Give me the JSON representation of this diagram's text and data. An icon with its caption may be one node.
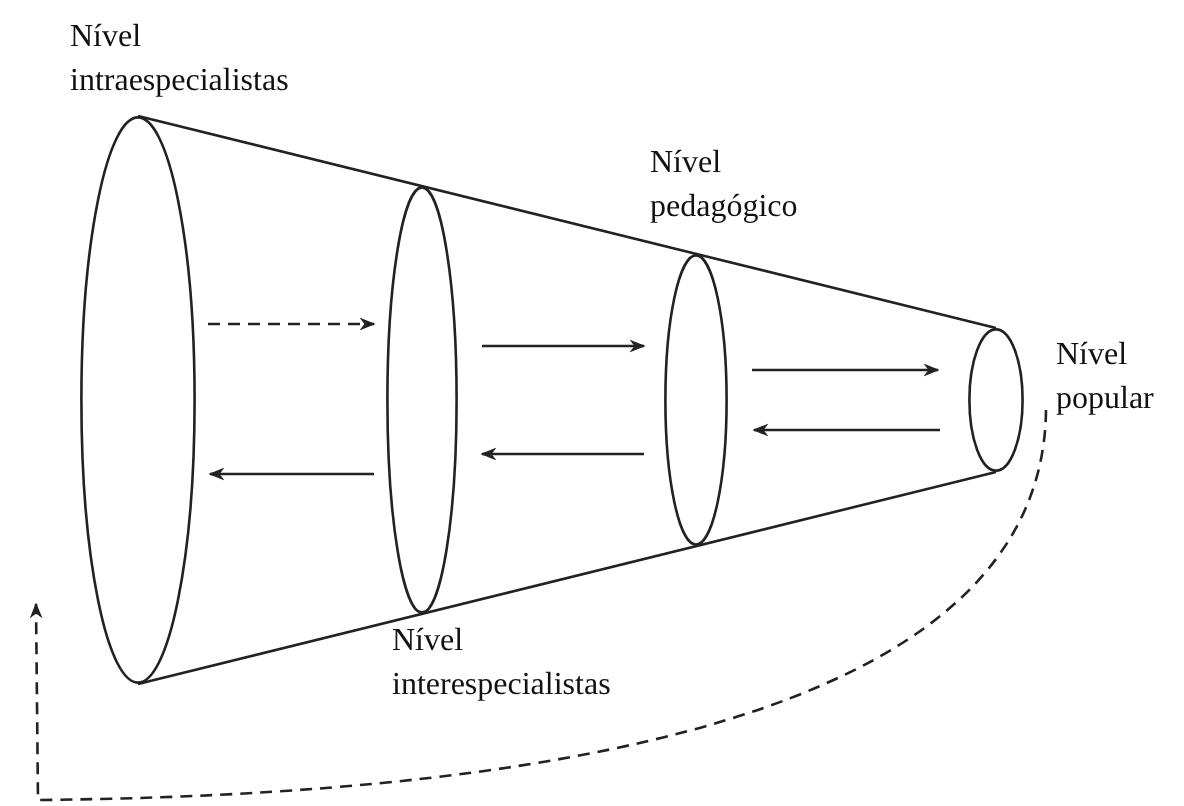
{
  "diagram": {
    "nodes": [
      {
        "text": [
          "Nível intraespecialistas"
        ]
      },
      {
        "text": [
          "Nível interespecialistas"
        ]
      },
      {
        "text": [
          "Nível pedagógico"
        ]
      },
      {
        "text": [
          "Nível popular"
        ]
      }
    ],
    "edges": [
      {
        "from": 0,
        "to": 1,
        "arrow": "to",
        "style": "dashed"
      },
      {
        "from": 1,
        "to": 0,
        "arrow": "to"
      },
      {
        "from": 1,
        "to": 2,
        "arrow": "to"
      },
      {
        "from": 2,
        "to": 1,
        "arrow": "to"
      },
      {
        "from": 2,
        "to": 3,
        "arrow": "to"
      },
      {
        "from": 3,
        "to": 2,
        "arrow": "to"
      },
      {
        "from": 3,
        "to": 0,
        "arrow": "to",
        "style": "dashed"
      }
    ]
  }
}
